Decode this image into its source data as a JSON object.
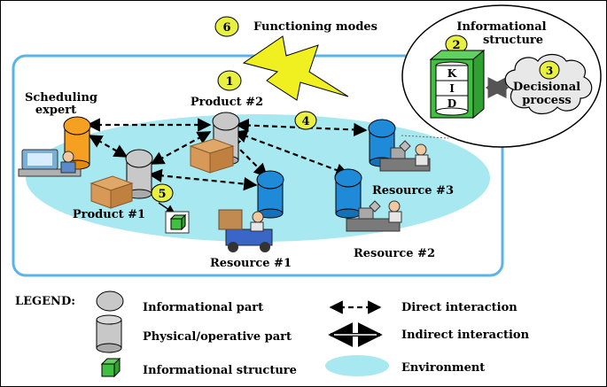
{
  "colors": {
    "environment": "#a8e8f0",
    "frame": "#5ab4e8",
    "informational_part": "#c8c8c8",
    "orange_expert": "#f5a020",
    "resource_blue": "#1e8ad8",
    "badge": "#e8f040",
    "lightning": "#f0f020",
    "info_structure_green": "#40c040",
    "box_brown": "#d89858"
  },
  "diagram": {
    "badges": [
      "1",
      "2",
      "3",
      "4",
      "5",
      "6"
    ],
    "functioning_modes": "Functioning modes",
    "informational_structure_title": "Informational structure",
    "kid_letters": [
      "K",
      "I",
      "D"
    ],
    "decisional_process": "Decisional process",
    "scheduling_expert": "Scheduling expert",
    "product2": "Product #2",
    "product1": "Product #1",
    "resource1": "Resource #1",
    "resource2": "Resource #2",
    "resource3": "Resource #3"
  },
  "legend": {
    "title": "LEGEND:",
    "informational_part": "Informational part",
    "physical_part": "Physical/operative part",
    "informational_structure": "Informational structure",
    "direct_interaction": "Direct interaction",
    "indirect_interaction": "Indirect interaction",
    "environment": "Environment"
  }
}
